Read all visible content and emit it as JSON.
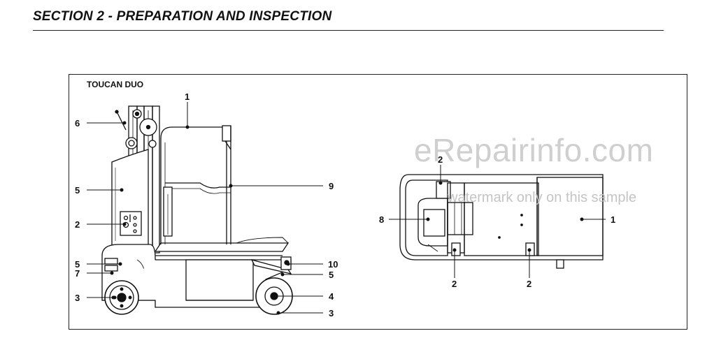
{
  "header": {
    "section_title": "SECTION 2 - PREPARATION AND INSPECTION"
  },
  "figure": {
    "label": "TOUCAN DUO"
  },
  "watermark": {
    "text": "eRepairinfo.com",
    "subtext": "watermark only on this sample"
  },
  "side_view_callouts": [
    "1",
    "6",
    "5",
    "9",
    "2",
    "5",
    "7",
    "10",
    "5",
    "3",
    "4",
    "3"
  ],
  "top_view_callouts": [
    "2",
    "8",
    "1",
    "2",
    "2"
  ]
}
